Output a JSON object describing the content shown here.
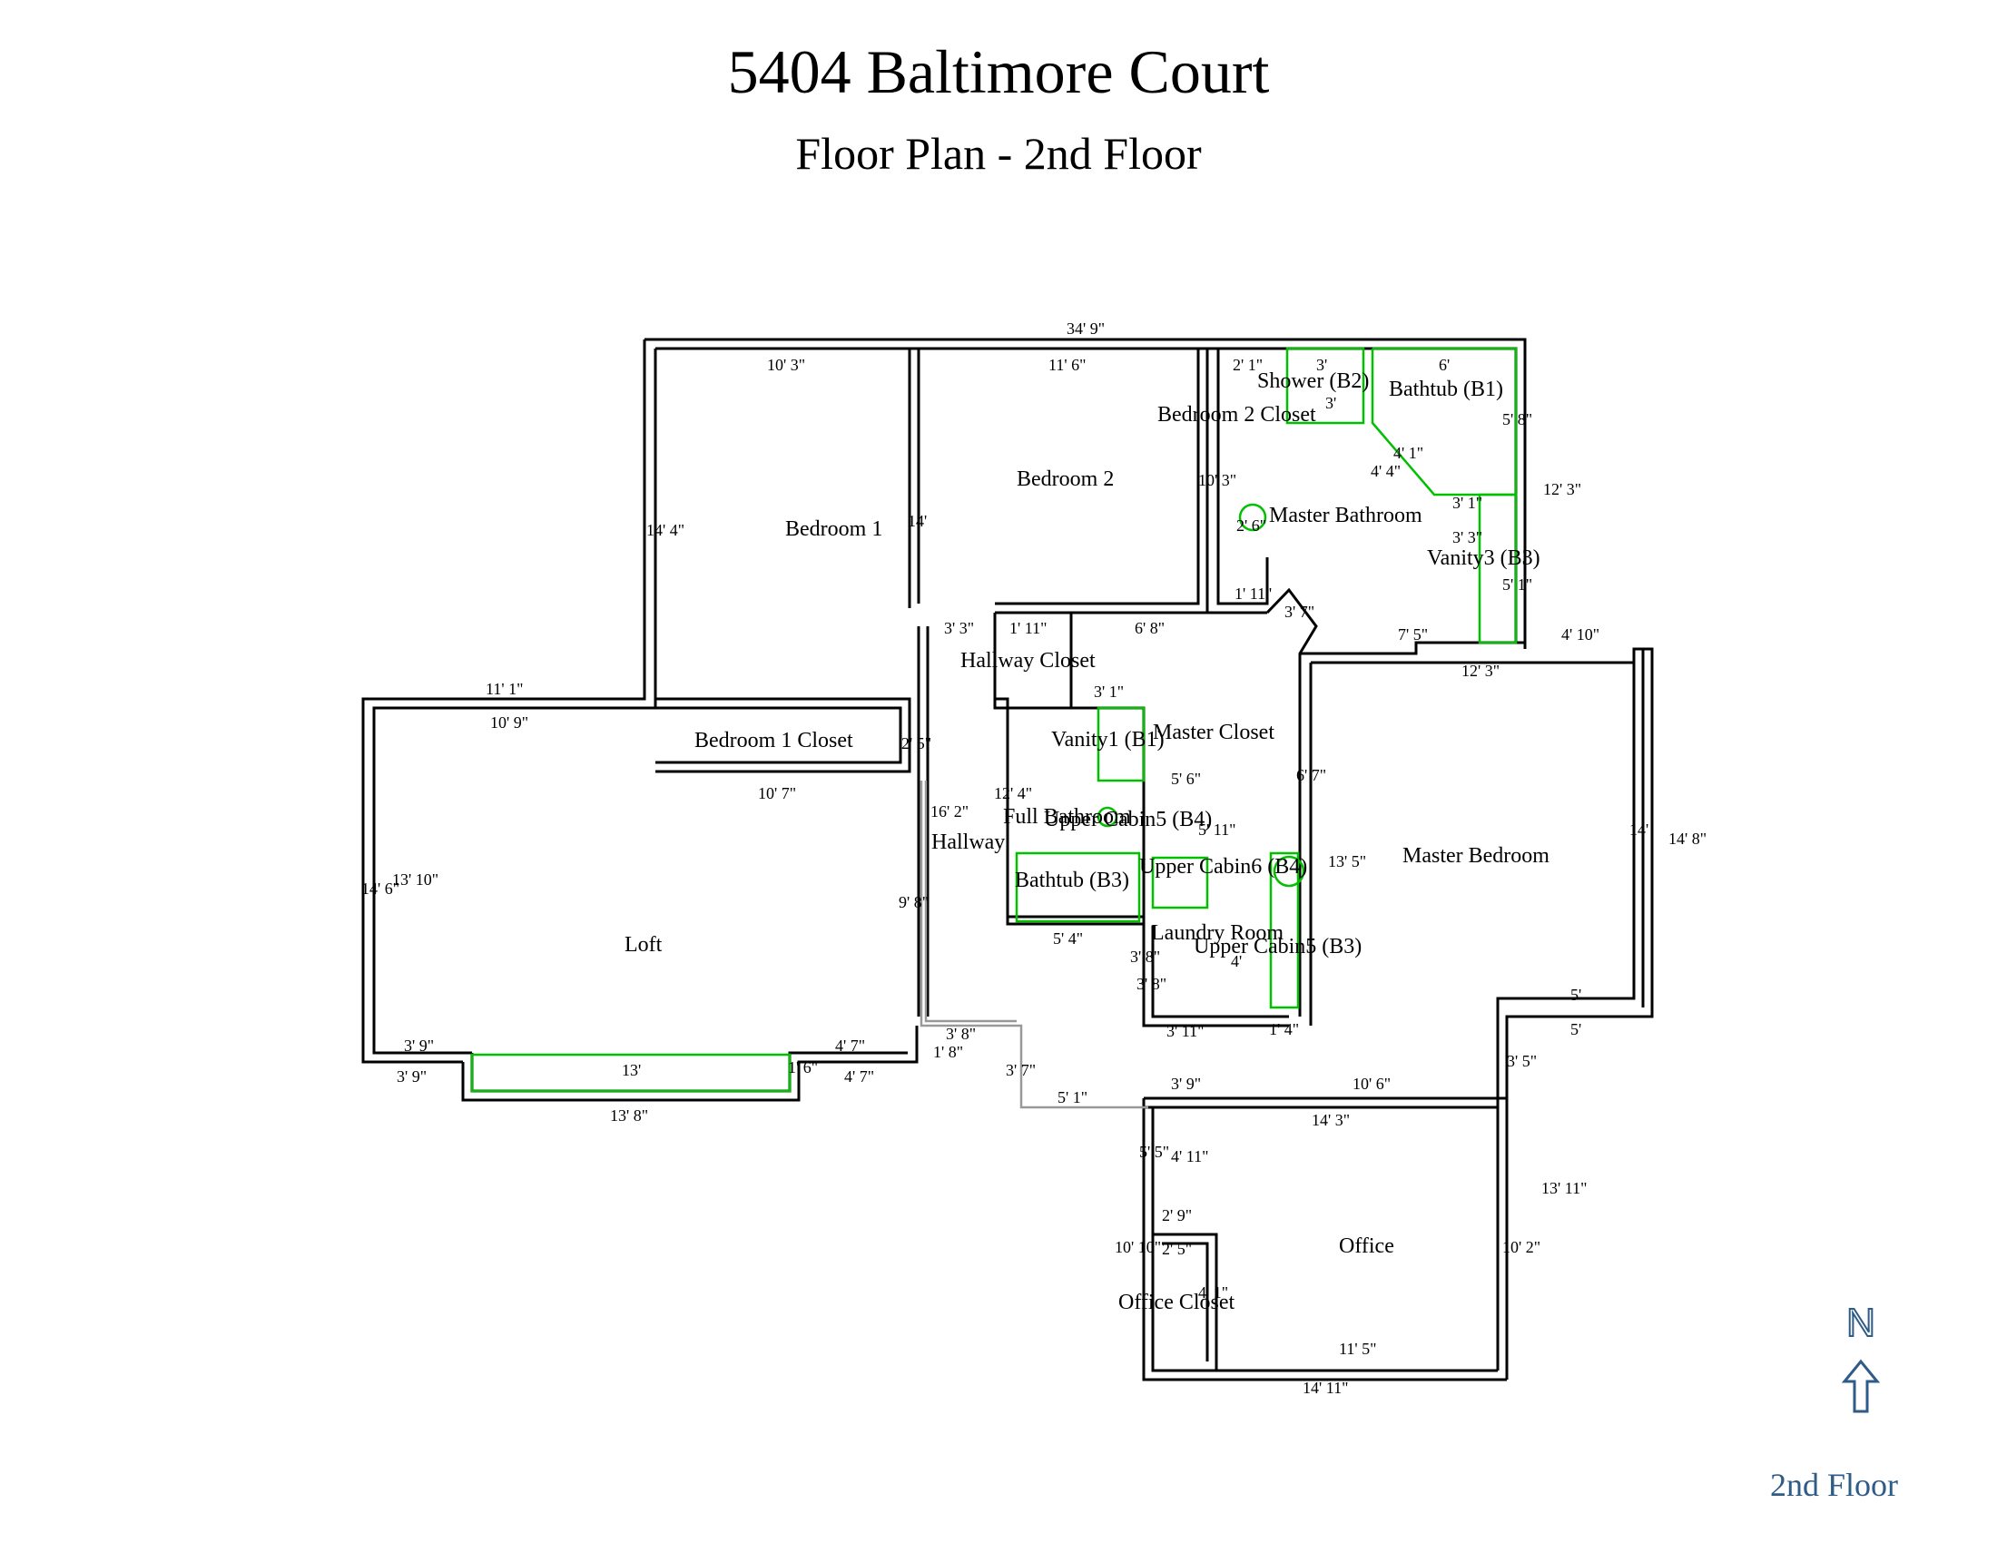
{
  "header": {
    "title": "5404 Baltimore Court",
    "subtitle": "Floor Plan - 2nd Floor"
  },
  "rooms": {
    "bedroom1": "Bedroom 1",
    "bedroom2": "Bedroom 2",
    "bedroom2_closet": "Bedroom 2 Closet",
    "master_bathroom": "Master Bathroom",
    "shower": "Shower (B2)",
    "bathtub_b1": "Bathtub (B1)",
    "vanity3": "Vanity3 (B3)",
    "hallway_closet": "Hallway Closet",
    "bedroom1_closet": "Bedroom 1 Closet",
    "vanity1": "Vanity1 (B1)",
    "master_closet": "Master Closet",
    "full_bathroom": "Full Bathroom",
    "upper_cabin_b4": "Upper Cabin5 (B4)",
    "upper_cabin_b4b": "Upper Cabin6 (B4)",
    "bathtub_b3": "Bathtub (B3)",
    "hallway": "Hallway",
    "laundry": "Laundry Room",
    "upper_cabin_b3": "Upper Cabin5 (B3)",
    "master_bedroom": "Master Bedroom",
    "loft": "Loft",
    "office": "Office",
    "office_closet": "Office Closet"
  },
  "dimensions": {
    "overall_width": "34' 9\"",
    "bed1_width": "10' 3\"",
    "bed2_width": "11' 6\"",
    "bed1_height": "14' 4\"",
    "bed2_height": "14'",
    "closet2_width": "2' 1\"",
    "shower_width": "3'",
    "bathtub_width": "6'",
    "right_height": "12' 3\"",
    "loft_top": "11' 1\"",
    "loft_inner_top": "10' 9\"",
    "closet1_width": "10' 7\"",
    "closet1_height": "2' 5\"",
    "loft_height": "14' 6\"",
    "loft_inner_height": "13' 10\"",
    "loft_right": "9' 8\"",
    "hallway_height": "16' 2\"",
    "loft_bottom_l": "3' 9\"",
    "loft_bottom_r": "4' 7\"",
    "window_width": "13'",
    "loft_outer_bottom": "13' 8\"",
    "hall_closet_a": "3' 3\"",
    "hall_closet_b": "1' 11\"",
    "mc_top": "6' 8\"",
    "mb_top": "12' 3\"",
    "mb_top_r": "4' 10\"",
    "mb_height": "14' 8\"",
    "mb_inner": "14'",
    "mb_left": "13' 5\"",
    "mb_bottom": "5'",
    "full_bath_h": "12' 4\"",
    "full_bath_w": "5' 4\"",
    "mc_w": "5' 11\"",
    "mc_h": "6' 7\"",
    "laundry_w": "3' 11\"",
    "laundry_h": "3' 8\"",
    "office_top": "14' 3\"",
    "office_top_l": "3' 9\"",
    "office_top_r": "10' 6\"",
    "office_h": "10' 10\"",
    "office_h_outer": "13' 11\"",
    "office_inner_h": "10' 2\"",
    "office_bottom": "14' 11\"",
    "office_inner_bottom": "11' 5\"",
    "office_closet_w": "2' 9\"",
    "office_closet_iw": "2' 5\"",
    "office_left_a": "5' 5\"",
    "office_left_b": "4' 11\"",
    "stair_w": "5' 1\"",
    "stair_h": "3' 7\"",
    "step_a": "1' 8\"",
    "step_b": "3' 8\"",
    "vanity_w": "5' 8\"",
    "vanity_h": "3' 1\"",
    "vanity_d": "3' 3\"",
    "vanity_s": "5' 1\"",
    "diag_a": "4' 1\"",
    "diag_b": "4' 4\"",
    "mb_door": "7' 5\"",
    "hall_w": "3' 1\"",
    "mc_d": "5' 6\"",
    "bed2_closet_h": "10' 3\"",
    "small_a": "1' 11\"",
    "small_b": "2' 6\"",
    "small_c": "3' 7\"",
    "small_d": "3' 5\"",
    "small_e": "3' 8\"",
    "small_f": "1' 4\"",
    "small_g": "4'",
    "small_h": "1' 6\"",
    "small_i": "4' 1\"",
    "small_j": "3'"
  },
  "compass": {
    "letter": "N",
    "label": "2nd Floor"
  },
  "colors": {
    "wall": "#000000",
    "fixture": "#00c000",
    "compass": "#2f5b87"
  }
}
